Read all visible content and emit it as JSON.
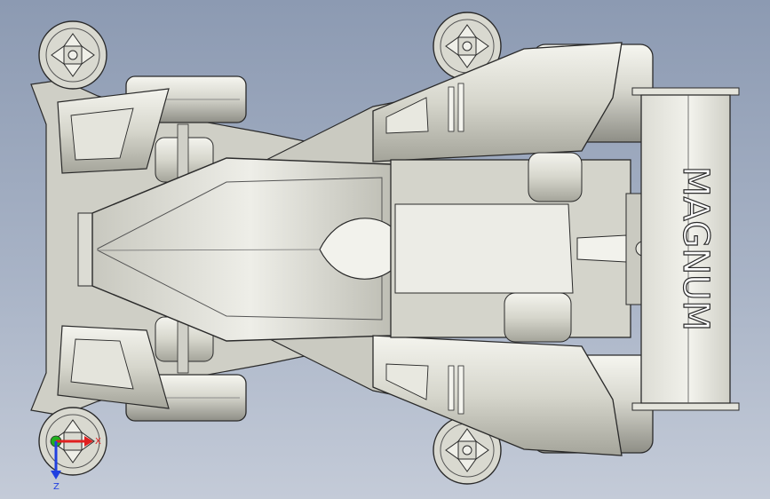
{
  "model": {
    "wing_text": "MAGNUM"
  },
  "triad": {
    "x_label": "X",
    "z_label": "Z",
    "colors": {
      "x": "#e02020",
      "y": "#20b020",
      "z": "#2040e0"
    }
  },
  "colors": {
    "background_top": "#8c9ab2",
    "background_bottom": "#c4cbd8",
    "body_light": "#e8e8e0",
    "body_mid": "#c9c9c0",
    "body_dark": "#8f8f86",
    "outline": "#2a2a2a"
  }
}
